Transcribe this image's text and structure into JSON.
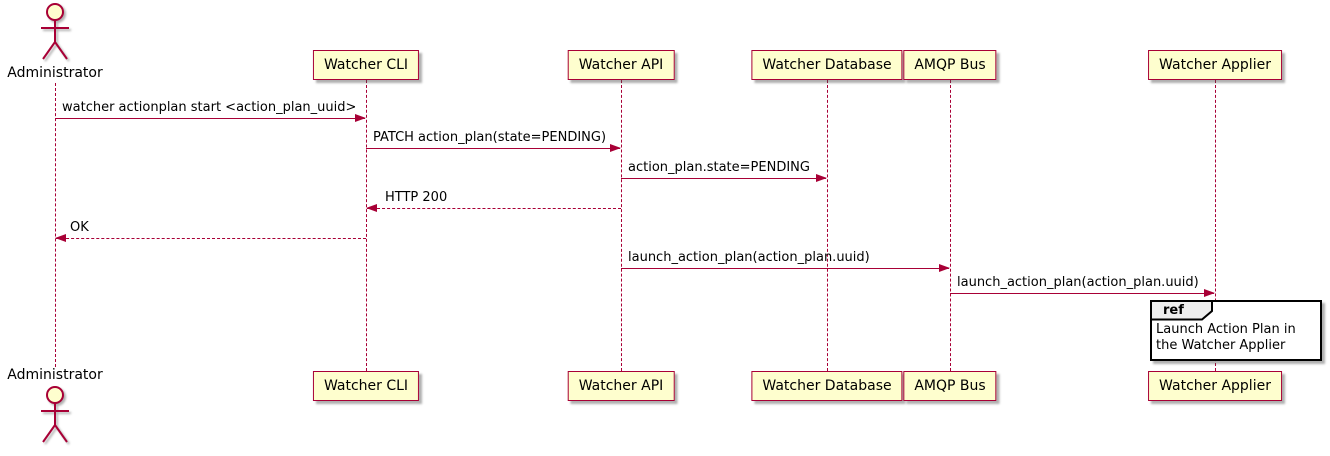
{
  "diagram": {
    "kind": "uml-sequence-diagram",
    "actor_name": "Administrator",
    "participants": [
      {
        "name": "Watcher CLI"
      },
      {
        "name": "Watcher API"
      },
      {
        "name": "Watcher Database"
      },
      {
        "name": "AMQP Bus"
      },
      {
        "name": "Watcher Applier"
      }
    ],
    "messages": [
      {
        "from": "Administrator",
        "to": "Watcher CLI",
        "label": "watcher actionplan start <action_plan_uuid>",
        "style": "solid"
      },
      {
        "from": "Watcher CLI",
        "to": "Watcher API",
        "label": "PATCH action_plan(state=PENDING)",
        "style": "solid"
      },
      {
        "from": "Watcher API",
        "to": "Watcher Database",
        "label": "action_plan.state=PENDING",
        "style": "solid"
      },
      {
        "from": "Watcher API",
        "to": "Watcher CLI",
        "label": "HTTP 200",
        "style": "dashed-return"
      },
      {
        "from": "Watcher CLI",
        "to": "Administrator",
        "label": "OK",
        "style": "dashed-return"
      },
      {
        "from": "Watcher API",
        "to": "AMQP Bus",
        "label": "launch_action_plan(action_plan.uuid)",
        "style": "solid"
      },
      {
        "from": "AMQP Bus",
        "to": "Watcher Applier",
        "label": "launch_action_plan(action_plan.uuid)",
        "style": "solid"
      }
    ],
    "ref": {
      "keyword": "ref",
      "text": "Launch Action Plan in the Watcher Applier",
      "over": "Watcher Applier"
    },
    "colors": {
      "line": "#A80036",
      "participant_fill": "#FEFECE",
      "participant_border": "#A80036",
      "ref_border": "#000000",
      "ref_header_fill": "#EEEEEE",
      "text": "#000000",
      "background": "#FFFFFF"
    }
  }
}
